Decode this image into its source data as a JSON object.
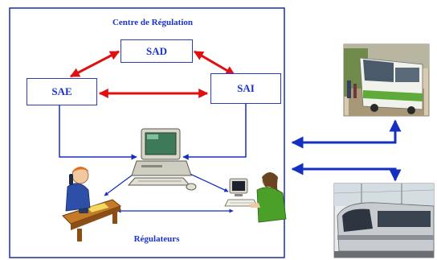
{
  "center": {
    "title": "Centre de Régulation",
    "footer": "Régulateurs"
  },
  "systems": {
    "sad": "SAD",
    "sae": "SAE",
    "sai": "SAI"
  },
  "colors": {
    "frame": "#1a2fa8",
    "text": "#1a33cc",
    "red_arrow": "#e01010",
    "blue_line": "#1530c0"
  },
  "icons": [
    "computer-icon",
    "operator-phone-icon",
    "operator-computer-icon",
    "bus-photo",
    "tram-photo"
  ]
}
